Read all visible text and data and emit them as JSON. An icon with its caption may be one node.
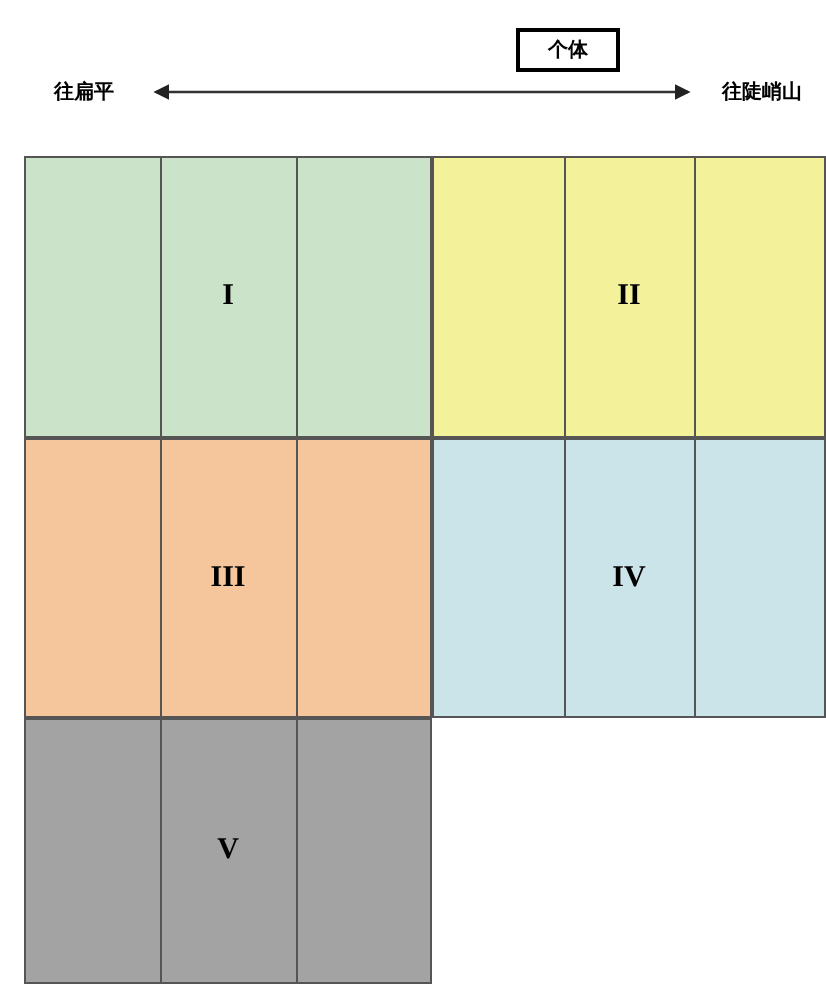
{
  "diagram": {
    "nodes": [
      {
        "text": [
          "个体"
        ]
      },
      {
        "text": [
          "往扁平"
        ]
      },
      {
        "text": [
          "往陡峭山"
        ]
      },
      {
        "text": [
          "I"
        ]
      },
      {
        "text": [
          "II"
        ]
      },
      {
        "text": [
          "III"
        ]
      },
      {
        "text": [
          "IV"
        ]
      },
      {
        "text": [
          "V"
        ]
      }
    ],
    "edges": [
      {
        "from": 1,
        "to": 2,
        "arrow": "both"
      }
    ]
  }
}
